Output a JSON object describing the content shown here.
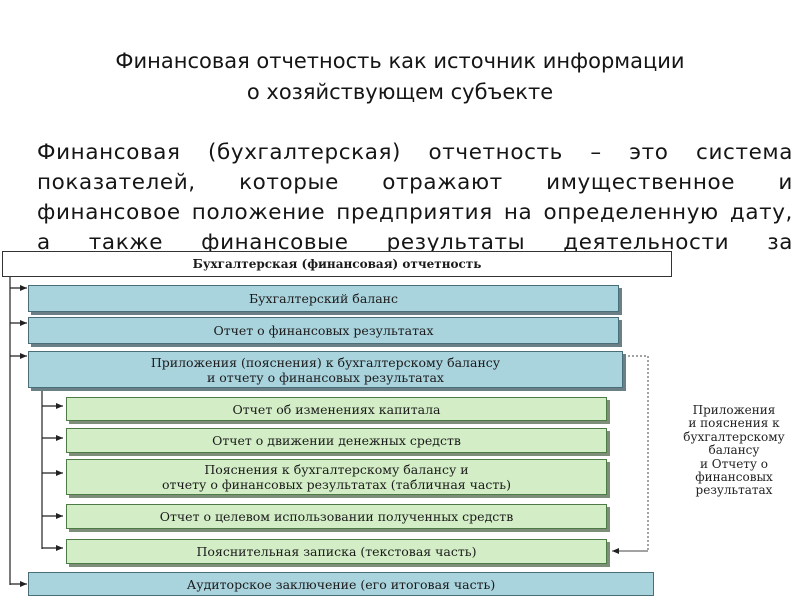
{
  "slide": {
    "title_line1": "Финансовая отчетность как источник информации",
    "title_line2": "о хозяйствующем субъекте",
    "definition": "Финансовая (бухгалтерская) отчетность – это система показателей, которые отражают имущественное и финансовое положение предприятия на определенную дату, а также финансовые результаты деятельности за"
  },
  "diagram": {
    "header": "Бухгалтерская (финансовая) отчетность",
    "level1": [
      "Бухгалтерский баланс",
      "Отчет о финансовых результатах"
    ],
    "appendix_line1": "Приложения (пояснения) к бухгалтерскому балансу",
    "appendix_line2": "и отчету о финансовых результатах",
    "level2": [
      "Отчет об изменениях капитала",
      "Отчет о движении денежных средств",
      "Пояснения к бухгалтерскому балансу и",
      "отчету о финансовых результатах (табличная часть)",
      "Отчет о целевом использовании полученных средств",
      "Пояснительная записка (текстовая часть)"
    ],
    "audit": "Аудиторское заключение (его итоговая часть)",
    "side_note_lines": [
      "Приложения",
      "и пояснения к",
      "бухгалтерскому",
      "балансу",
      "и Отчету о",
      "финансовых",
      "результатах"
    ]
  }
}
